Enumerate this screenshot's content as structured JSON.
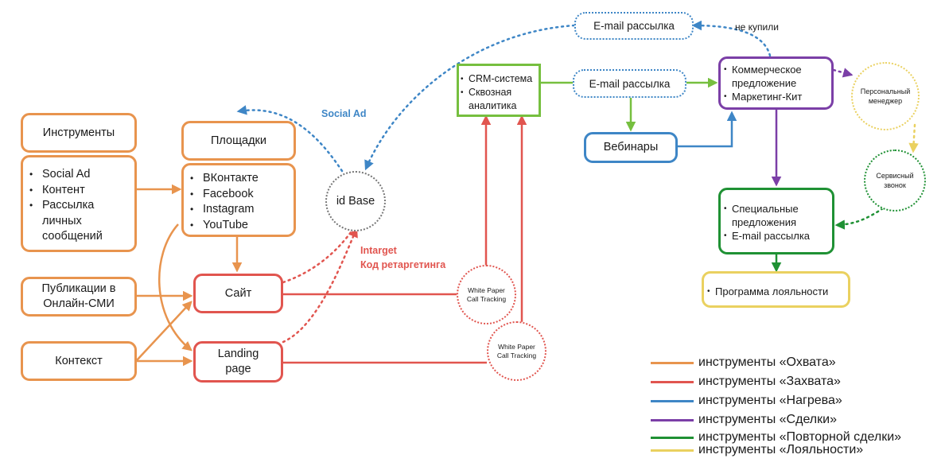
{
  "diagram": {
    "instruments_title": "Инструменты",
    "instruments_items": [
      "Social Ad",
      "Контент",
      "Рассылка личных сообщений"
    ],
    "platforms_title": "Площадки",
    "platforms_items": [
      "ВКонтакте",
      "Facebook",
      "Instagram",
      "YouTube"
    ],
    "publications": "Публикации в Онлайн-СМИ",
    "context": "Контекст",
    "site": "Сайт",
    "landing": "Landing page",
    "id_base": "id Base",
    "social_ad_label": "Social Ad",
    "intarget_label": "Intarget",
    "retarget_label": "Код ретаргетинга",
    "wp1": "White Paper Call Tracking",
    "wp2": "White Paper Call Tracking",
    "crm_items": [
      "CRM-система",
      "Сквозная аналитика"
    ],
    "email_mid": "E-mail рассылка",
    "email_top": "E-mail рассылка",
    "not_bought": "не купили",
    "webinars": "Вебинары",
    "commercial_items": [
      "Коммерческое предложение",
      "Маркетинг-Кит"
    ],
    "personal_manager": "Персональный менеджер",
    "service_call": "Сервисный звонок",
    "special_items": [
      "Специальные предложения",
      "E-mail рассылка"
    ],
    "loyalty_items": [
      "Программа лояльности"
    ]
  },
  "legend": [
    {
      "label": "инструменты «Охвата»",
      "color": "#e8944e"
    },
    {
      "label": "инструменты «Захвата»",
      "color": "#e1554f"
    },
    {
      "label": "инструменты «Нагрева»",
      "color": "#3e86c6"
    },
    {
      "label": "инструменты «Сделки»",
      "color": "#7b3fa7"
    },
    {
      "label": "инструменты «Повторной сделки»",
      "color": "#1f9134"
    },
    {
      "label": "инструменты «Лояльности»",
      "color": "#ead160"
    }
  ]
}
